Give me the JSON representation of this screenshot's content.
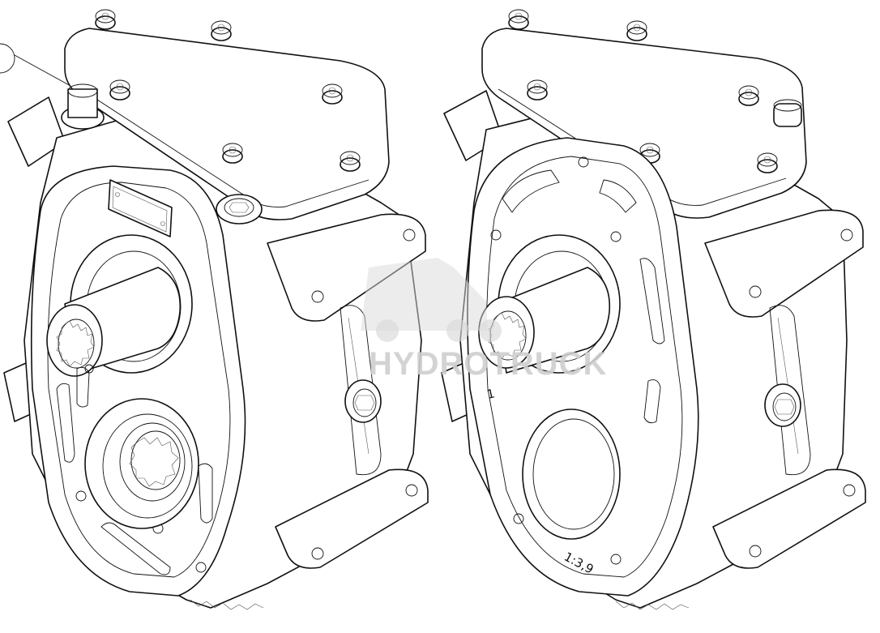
{
  "watermark": {
    "text": "HYDROTRUCK",
    "color": "#cccccc"
  },
  "gearbox_right": {
    "marking_ratio": "1:3,9",
    "marking_index": "1"
  },
  "colors": {
    "line": "#111111",
    "background": "#ffffff"
  }
}
